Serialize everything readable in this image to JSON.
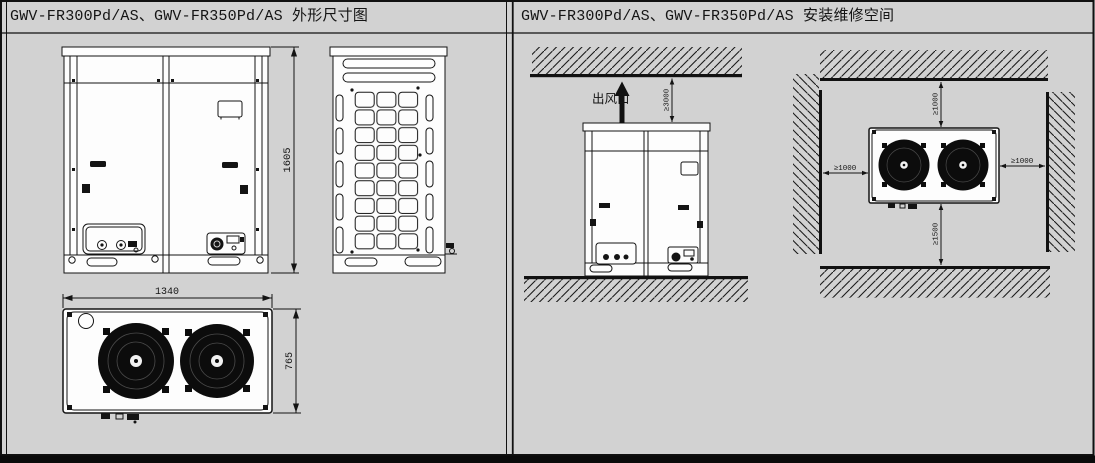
{
  "page": {
    "background_color": "#d2d2d2",
    "line_color": "#141414"
  },
  "left_panel": {
    "title": "GWV-FR300Pd/AS、GWV-FR350Pd/AS 外形尺寸图",
    "front_view": {
      "height_mm": "1605"
    },
    "top_view": {
      "width_mm": "1340",
      "depth_mm": "765"
    }
  },
  "right_panel": {
    "title": "GWV-FR300Pd/AS、GWV-FR350Pd/AS 安装维修空间",
    "side_view": {
      "air_outlet_label": "出风口",
      "top_clearance_mm": "≥3000"
    },
    "plan_view": {
      "back_clearance_mm": "≥1000",
      "left_clearance_mm": "≥1000",
      "right_clearance_mm": "≥1000",
      "front_clearance_mm": "≥1500"
    }
  }
}
